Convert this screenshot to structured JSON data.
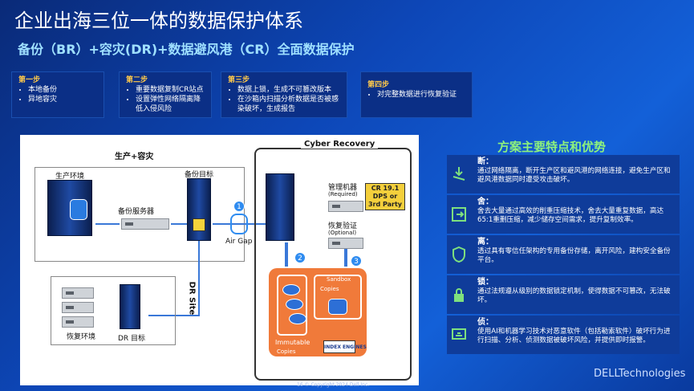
{
  "title": "企业出海三位一体的数据保护体系",
  "subtitle": "备份（BR）+容灾(DR)+数据避风港（CR）全面数据保护",
  "steps": [
    {
      "title": "第一步",
      "items": [
        "本地备份",
        "异地容灾"
      ]
    },
    {
      "title": "第二步",
      "items": [
        "重要数据复制CR站点",
        "设置弹性网络隔离降低入侵风险"
      ]
    },
    {
      "title": "第三步",
      "items": [
        "数据上锁，生成不可篡改版本",
        "在沙箱内扫描分析数据是否被感染破坏，生成报告"
      ]
    },
    {
      "title": "第四步",
      "items": [
        "对完整数据进行恢复验证"
      ]
    }
  ],
  "diagram": {
    "prod_dr": "生产+容灾",
    "cyber_recovery": "Cyber Recovery",
    "prod_env": "生产环境",
    "backup_target": "备份目标",
    "backup_server": "备份服务器",
    "air_gap": "Air Gap",
    "mgmt": "管理机器",
    "required": "(Required)",
    "cr_badge_1": "CR 19.1",
    "cr_badge_2": "DPS or",
    "cr_badge_3": "3rd Party",
    "restore_verify": "恢复验证",
    "optional": "(Optional)",
    "sandbox": "Sandbox",
    "sandbox_copies": "Copies",
    "immutable": "Immutable",
    "immutable_copies": "Copies",
    "dr_site": "DR Site",
    "restore_env": "恢复环境",
    "dr_target": "DR 目标",
    "index_engines": "INDEX ENGINES",
    "n1": "1",
    "n2": "2",
    "n3": "3"
  },
  "features_title": "方案主要特点和优势",
  "features": [
    {
      "head": "断：",
      "text": "通过网络隔离，断开生产区和避风港的网络连接，避免生产区和避风港数据同时遭受攻击破坏。",
      "icon": "disconnect-icon"
    },
    {
      "head": "舍：",
      "text": "舍去大量通过高效的削重压缩技术，舍去大量重复数据，高达65:1重删压缩，减少储存空间需求，提升复制效率。",
      "icon": "exit-icon"
    },
    {
      "head": "离：",
      "text": "透过具有零信任架构的专用备份存储，离开风险，建构安全备份平台。",
      "icon": "shield-icon"
    },
    {
      "head": "锁：",
      "text": "通过法规遵从级别的数据锁定机制，使得数据不可篡改，无法破坏。",
      "icon": "lock-icon"
    },
    {
      "head": "侦：",
      "text": "使用AI和机器学习技术对恶意软件（包括勒索软件）破坏行为进行扫描、分析、侦测数据被破坏风险，并提供即时报警。",
      "icon": "monitor-icon"
    }
  ],
  "footer": "16     © Copyright 2024 Dell Inc.",
  "brand": "DELLTechnologies",
  "colors": {
    "accent_green": "#8ef27c",
    "step_title": "#ffc94a",
    "sandbox_orange": "#f07a3a"
  }
}
